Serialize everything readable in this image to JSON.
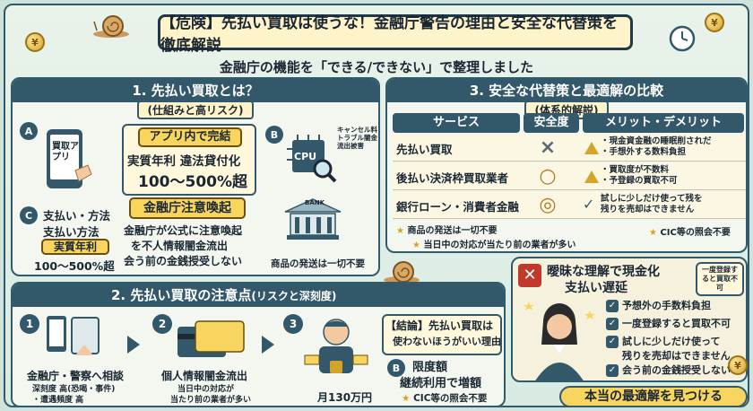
{
  "header": {
    "title": "【危険】先払い買取は使うな！金融庁警告の理由と安全な代替策を徹底解説",
    "subtitle": "金融庁の機能を「できる/できない」で整理しました"
  },
  "section1": {
    "heading": "1. 先払い買取とは？",
    "subheading": "(仕組みと高リスク)",
    "badge_a": "A",
    "badge_b": "B",
    "badge_c": "C",
    "phone_label": "買取アプリ",
    "card_title": "アプリ内で完結",
    "card_line1": "実質年利 違法貸付化",
    "card_line2": "100～500%超",
    "cpu_label": "CPU",
    "cpu_caption": "キャンセル料トラブル闇金流出被害",
    "c_line1": "支払い・方法",
    "c_line2": "支払い方法",
    "c_tag1": "実質年利",
    "c_line3": "100～500%超",
    "warn_tag": "金融庁注意喚起",
    "warn_line1": "金融庁が公式に注意喚起",
    "warn_line2": "を不人情報闇金流出",
    "warn_line3": "会う前の金銭授受しない",
    "bank_label": "BANK",
    "bank_caption": "商品の発送は一切不要"
  },
  "section2": {
    "heading": "2. 先払い買取の注意点",
    "heading_suffix": "(リスクと深刻度)",
    "steps": [
      {
        "num": "1",
        "label": "金融庁・警察へ相談",
        "note1": "深刻度 高(恐喝・事件)",
        "note2": "・遭遇頻度 高"
      },
      {
        "num": "2",
        "label": "個人情報闇金流出",
        "note1": "当日中の対応が",
        "note2": "当たり前の業者が多い"
      },
      {
        "num": "3",
        "label": "月130万円",
        "note1": "",
        "note2": ""
      }
    ],
    "conclusion_title": "【結論】先払い買取は",
    "conclusion_line": "使わないほうがいい理由",
    "badge_b": "B",
    "limit_line1": "限度額",
    "limit_line2": "継続利用で増額",
    "cic_note": "CIC等の照会不要"
  },
  "section3": {
    "heading": "3. 安全な代替策と最適解の比較",
    "subheading": "(体系的解説)",
    "columns": [
      "サービス",
      "安全度",
      "メリット・デメリット"
    ],
    "rows": [
      {
        "name": "先払い買取",
        "mark": "×",
        "desc1": "・現金資金融の睡眠削されだ",
        "desc2": "・手想外する数料負担"
      },
      {
        "name": "後払い決済枠買取業者",
        "mark": "○",
        "desc1": "・買取度が不数料",
        "desc2": "・予登録の買取不可"
      },
      {
        "name": "銀行ローン・消費者金融",
        "mark": "◎",
        "desc1": "試しに少しだけ使って残を",
        "desc2": "残りを売却はできません"
      }
    ],
    "note1": "商品の発送は一切不要",
    "note2": "当日中の対応が当たり前の業者が多い",
    "cic_note": "CIC等の照会不要"
  },
  "section4": {
    "title1": "曖昧な理解で現金化",
    "title2": "支払い遅延",
    "side_note": "一度登録すると買取不可",
    "checks": [
      "予想外の手数料負担",
      "一度登録すると買取不可",
      "試しに少しだけ使って",
      "残りを売却はできません",
      "会う前の金銭授受しない"
    ],
    "final": "本当の最適解を見つける"
  },
  "colors": {
    "navy": "#33586a",
    "cream": "#fff3c9",
    "gold": "#f8d55f",
    "red": "#c0392b"
  }
}
